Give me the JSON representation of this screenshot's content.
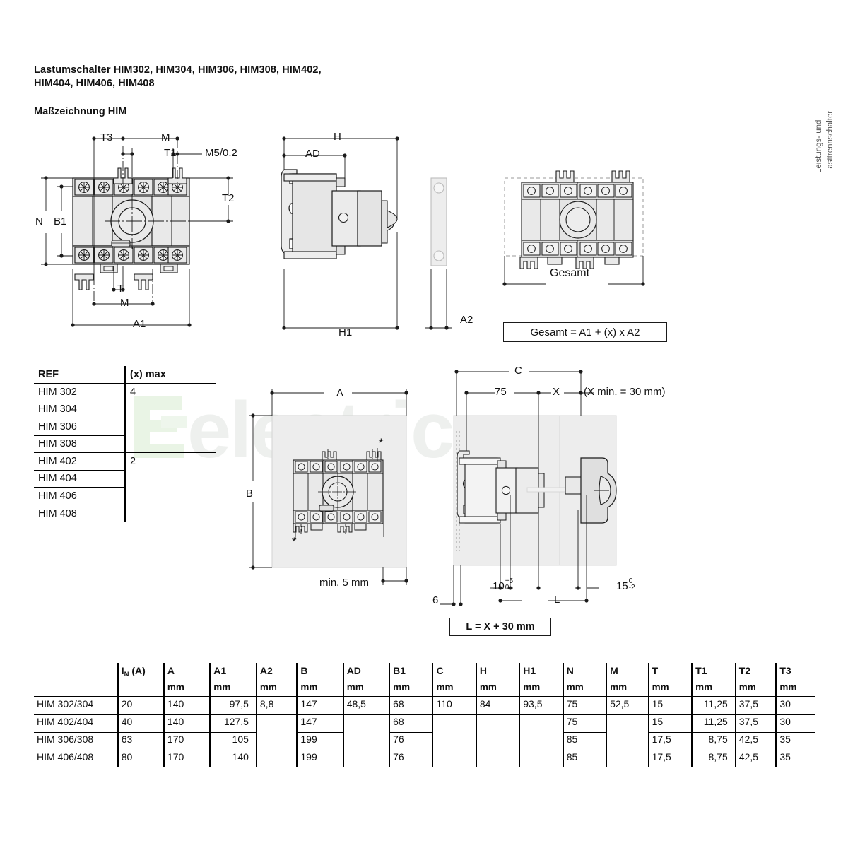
{
  "page": {
    "title_lines": [
      "Lastumschalter HIM302, HIM304, HIM306, HIM308, HIM402,",
      "HIM404, HIM406, HIM408"
    ],
    "subtitle": "Maßzeichnung HIM",
    "side_tab_line1": "Leistungs- und",
    "side_tab_line2": "Lasttrennschalter",
    "watermark_text": "electric",
    "watermark_color": "#eef0ee",
    "logo_color": "#e8f3e4"
  },
  "front_view": {
    "labels": {
      "t3": "T3",
      "m_top": "M",
      "t1": "T1",
      "m5": "M5/0.2",
      "t2": "T2",
      "n": "N",
      "b1": "B1",
      "t": "T",
      "m_bottom": "M",
      "a1": "A1"
    }
  },
  "side_view": {
    "labels": {
      "h": "H",
      "ad": "AD",
      "h1": "H1",
      "a2": "A2"
    }
  },
  "gesamt_view": {
    "labels": {
      "gesamt": "Gesamt"
    },
    "formula": "Gesamt = A1 + (x) x A2"
  },
  "panel_cutout_view": {
    "labels": {
      "a": "A",
      "b": "B",
      "min5": "min. 5 mm",
      "asterisk": "*"
    }
  },
  "depth_view": {
    "labels": {
      "c": "C",
      "d75": "75",
      "x": "X",
      "xmin": "(X min. = 30 mm)",
      "d10": "10",
      "d10_tol_up": "+5",
      "d10_tol_dn": "0",
      "d15": "15",
      "d15_tol_up": "0",
      "d15_tol_dn": "-2",
      "d6": "6",
      "l": "L"
    },
    "formula": "L = X + 30 mm"
  },
  "ref_table": {
    "headers": [
      "REF",
      "(x) max"
    ],
    "rows": [
      {
        "ref": "HIM 302",
        "xmax": "4"
      },
      {
        "ref": "HIM 304",
        "xmax": ""
      },
      {
        "ref": "HIM 306",
        "xmax": ""
      },
      {
        "ref": "HIM 308",
        "xmax": ""
      },
      {
        "ref": "HIM 402",
        "xmax": "2"
      },
      {
        "ref": "HIM 404",
        "xmax": ""
      },
      {
        "ref": "HIM 406",
        "xmax": ""
      },
      {
        "ref": "HIM 408",
        "xmax": ""
      }
    ]
  },
  "dim_table": {
    "headers": [
      {
        "name": "",
        "unit": ""
      },
      {
        "name": "IN (A)",
        "unit": ""
      },
      {
        "name": "A",
        "unit": "mm"
      },
      {
        "name": "A1",
        "unit": "mm"
      },
      {
        "name": "A2",
        "unit": "mm"
      },
      {
        "name": "B",
        "unit": "mm"
      },
      {
        "name": "AD",
        "unit": "mm"
      },
      {
        "name": "B1",
        "unit": "mm"
      },
      {
        "name": "C",
        "unit": "mm"
      },
      {
        "name": "H",
        "unit": "mm"
      },
      {
        "name": "H1",
        "unit": "mm"
      },
      {
        "name": "N",
        "unit": "mm"
      },
      {
        "name": "M",
        "unit": "mm"
      },
      {
        "name": "T",
        "unit": "mm"
      },
      {
        "name": "T1",
        "unit": "mm"
      },
      {
        "name": "T2",
        "unit": "mm"
      },
      {
        "name": "T3",
        "unit": "mm"
      }
    ],
    "rows": [
      {
        "ref": "HIM 302/304",
        "in": "20",
        "a": "140",
        "a1": "97,5",
        "a2": "8,8",
        "b": "147",
        "ad": "48,5",
        "b1": "68",
        "c": "110",
        "h": "84",
        "h1": "93,5",
        "n": "75",
        "m": "52,5",
        "t": "15",
        "t1": "11,25",
        "t2": "37,5",
        "t3": "30"
      },
      {
        "ref": "HIM 402/404",
        "in": "40",
        "a": "140",
        "a1": "127,5",
        "a2": "",
        "b": "147",
        "ad": "",
        "b1": "68",
        "c": "",
        "h": "",
        "h1": "",
        "n": "75",
        "m": "",
        "t": "15",
        "t1": "11,25",
        "t2": "37,5",
        "t3": "30"
      },
      {
        "ref": "HIM 306/308",
        "in": "63",
        "a": "170",
        "a1": "105",
        "a2": "",
        "b": "199",
        "ad": "",
        "b1": "76",
        "c": "",
        "h": "",
        "h1": "",
        "n": "85",
        "m": "",
        "t": "17,5",
        "t1": "8,75",
        "t2": "42,5",
        "t3": "35"
      },
      {
        "ref": "HIM 406/408",
        "in": "80",
        "a": "170",
        "a1": "140",
        "a2": "",
        "b": "199",
        "ad": "",
        "b1": "76",
        "c": "",
        "h": "",
        "h1": "",
        "n": "85",
        "m": "",
        "t": "17,5",
        "t1": "8,75",
        "t2": "42,5",
        "t3": "35"
      }
    ]
  }
}
